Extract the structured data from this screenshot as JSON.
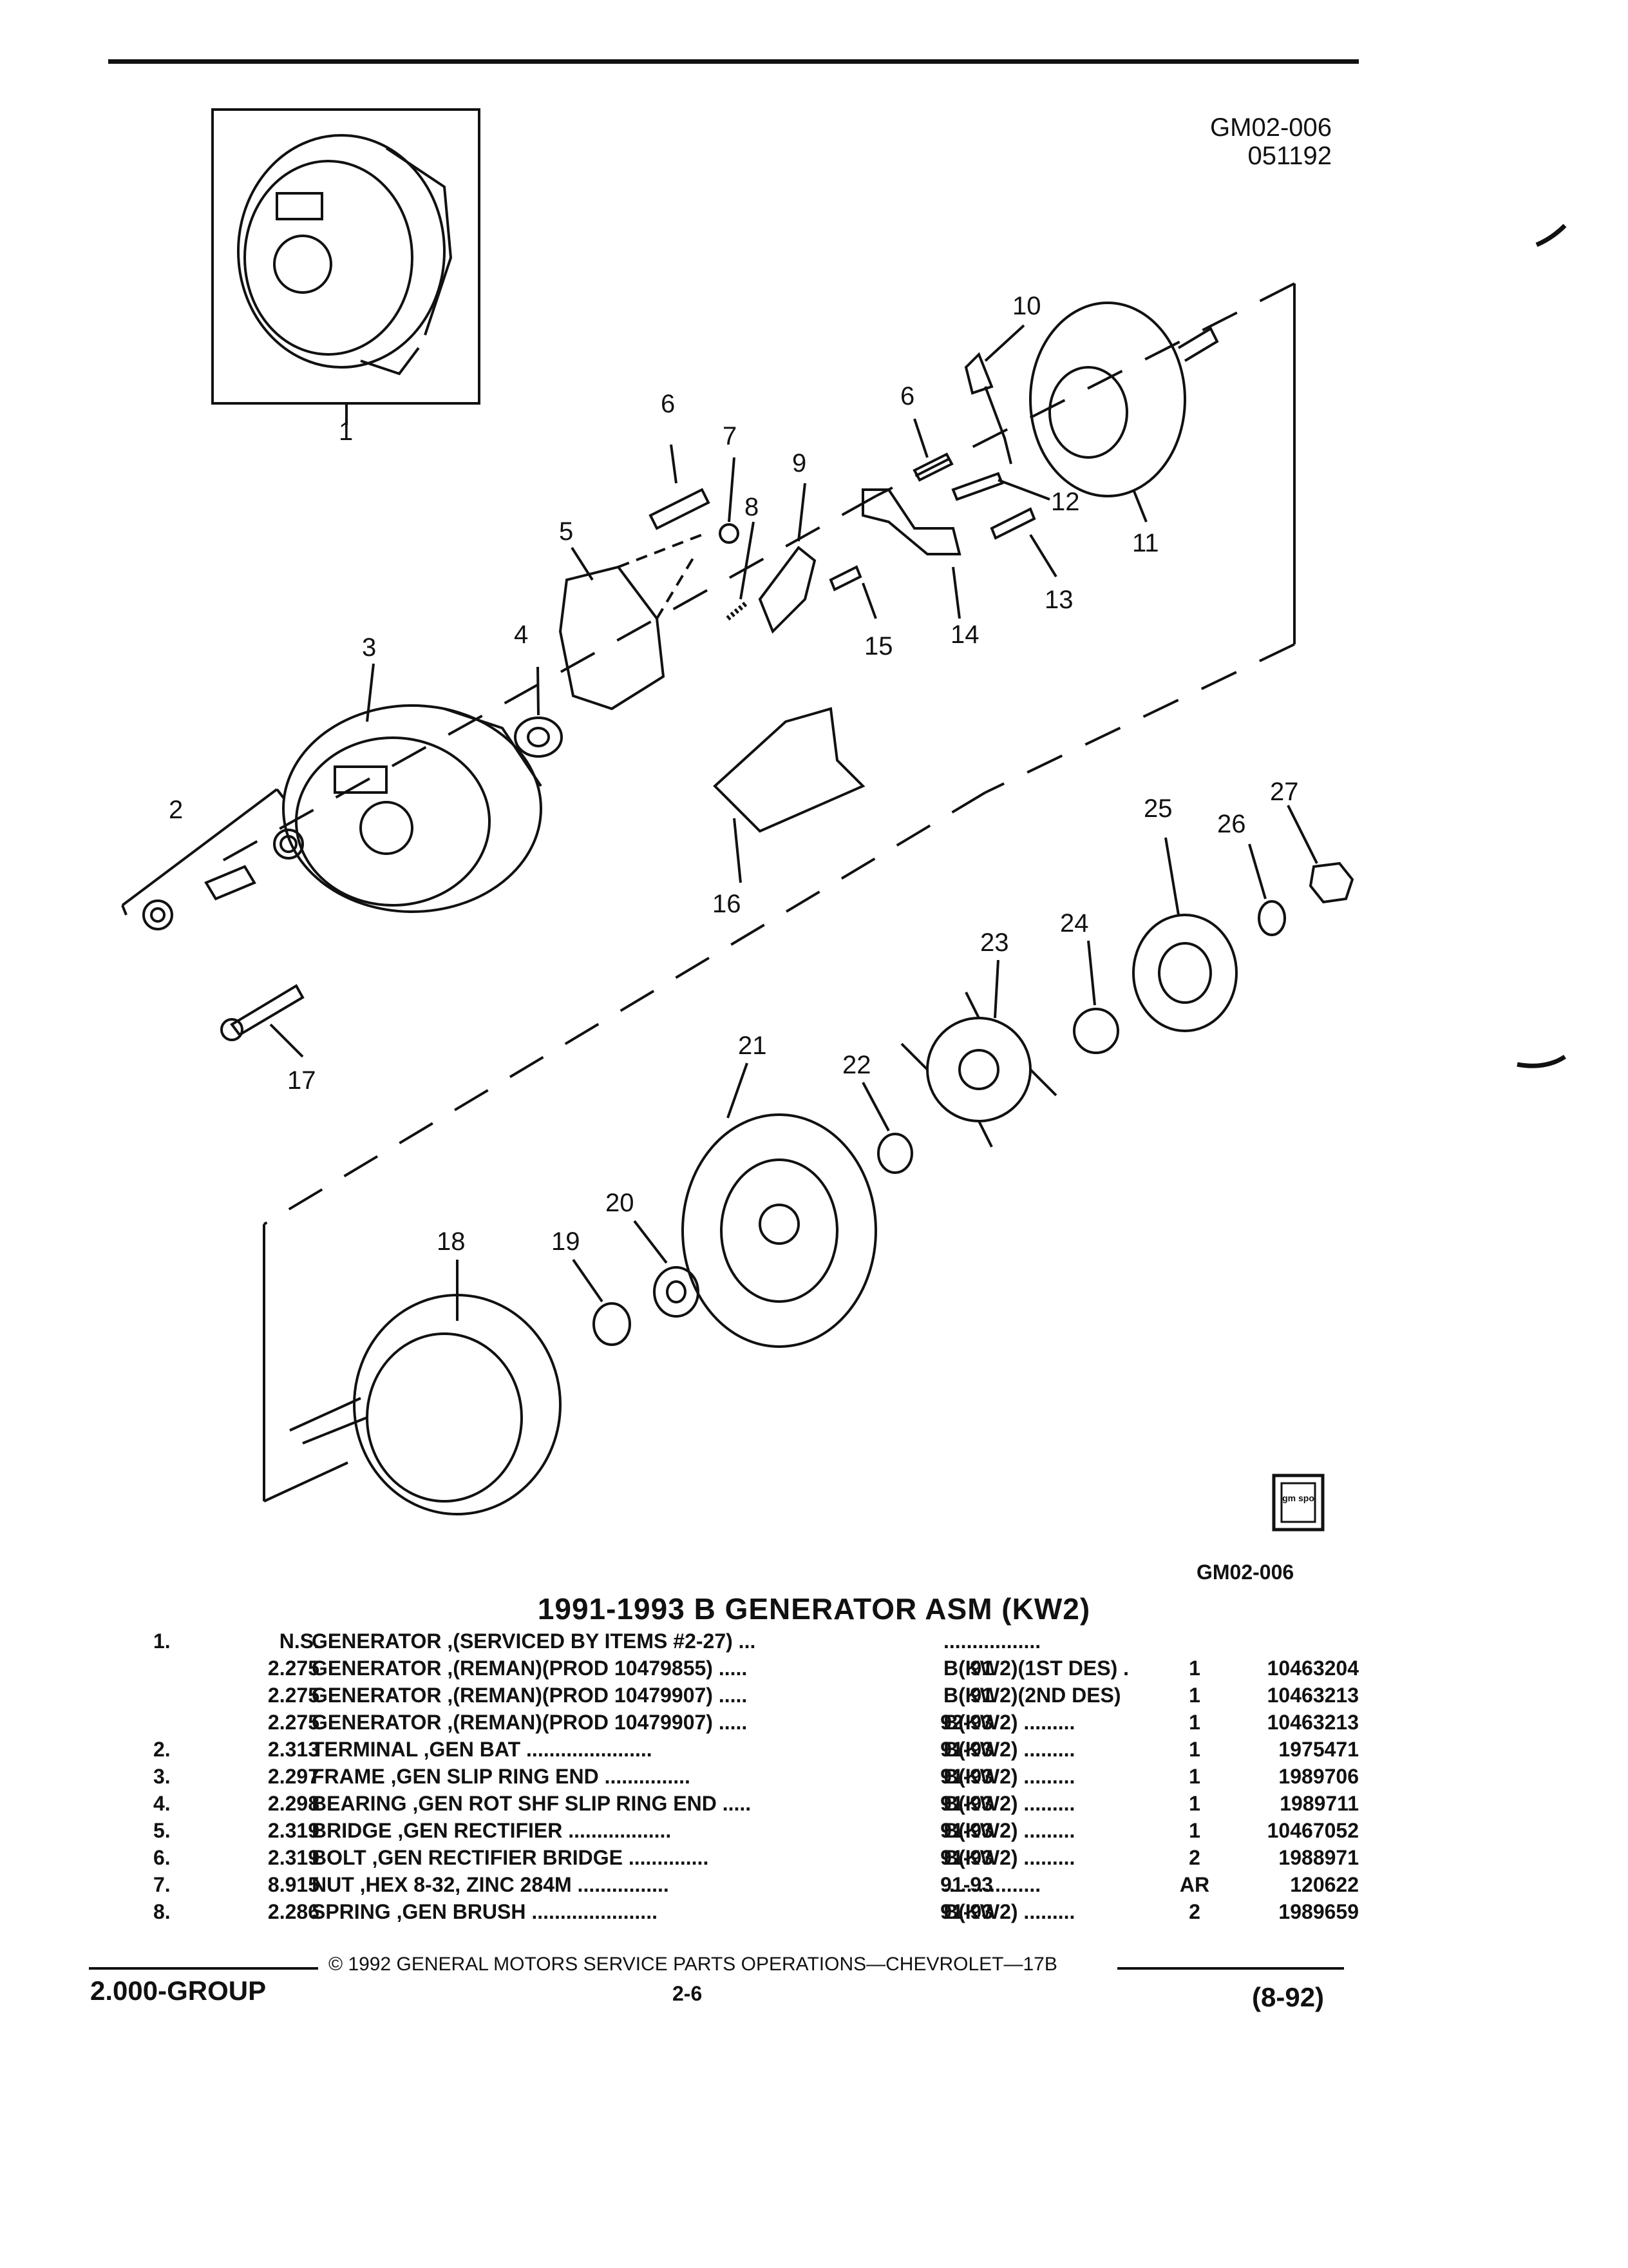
{
  "header": {
    "figure_code": "GM02-006",
    "figure_date": "051192"
  },
  "diagram": {
    "callouts": [
      "1",
      "2",
      "3",
      "4",
      "5",
      "6",
      "6",
      "7",
      "8",
      "9",
      "10",
      "11",
      "12",
      "13",
      "14",
      "15",
      "16",
      "17",
      "18",
      "19",
      "20",
      "21",
      "22",
      "23",
      "24",
      "25",
      "26",
      "27"
    ],
    "logo_text": "gm spo",
    "figure_code_bottom": "GM02-006"
  },
  "section_title": "1991-1993 B GENERATOR ASM (KW2)",
  "parts": [
    {
      "item": "1.",
      "cat": "N.S.",
      "desc": "GENERATOR ,(SERVICED BY ITEMS #2-27) ...",
      "year": "",
      "model": ".................",
      "qty": "",
      "part": ""
    },
    {
      "item": "",
      "cat": "2.275",
      "desc": "GENERATOR ,(REMAN)(PROD 10479855) .....",
      "year": "91",
      "model": "B(KW2)(1ST DES) .",
      "qty": "1",
      "part": "10463204"
    },
    {
      "item": "",
      "cat": "2.275",
      "desc": "GENERATOR ,(REMAN)(PROD 10479907) .....",
      "year": "91",
      "model": "B(KW2)(2ND DES)",
      "qty": "1",
      "part": "10463213"
    },
    {
      "item": "",
      "cat": "2.275",
      "desc": "GENERATOR ,(REMAN)(PROD 10479907) .....",
      "year": "92-93",
      "model": "B(KW2) .........",
      "qty": "1",
      "part": "10463213"
    },
    {
      "item": "2.",
      "cat": "2.313",
      "desc": "TERMINAL ,GEN BAT ......................",
      "year": "91-93",
      "model": "B(KW2) .........",
      "qty": "1",
      "part": "1975471"
    },
    {
      "item": "3.",
      "cat": "2.297",
      "desc": "FRAME ,GEN SLIP RING END ...............",
      "year": "91-93",
      "model": "B(KW2) .........",
      "qty": "1",
      "part": "1989706"
    },
    {
      "item": "4.",
      "cat": "2.298",
      "desc": "BEARING ,GEN ROT SHF SLIP RING END .....",
      "year": "91-93",
      "model": "B(KW2) .........",
      "qty": "1",
      "part": "1989711"
    },
    {
      "item": "5.",
      "cat": "2.319",
      "desc": "BRIDGE ,GEN RECTIFIER ..................",
      "year": "91-93",
      "model": "B(KW2) .........",
      "qty": "1",
      "part": "10467052"
    },
    {
      "item": "6.",
      "cat": "2.319",
      "desc": "BOLT ,GEN RECTIFIER BRIDGE ..............",
      "year": "91-93",
      "model": "B(KW2) .........",
      "qty": "2",
      "part": "1988971"
    },
    {
      "item": "7.",
      "cat": "8.915",
      "desc": "NUT ,HEX 8-32, ZINC 284M ................",
      "year": "91-93",
      "model": ".................",
      "qty": "AR",
      "part": "120622"
    },
    {
      "item": "8.",
      "cat": "2.286",
      "desc": "SPRING ,GEN BRUSH ......................",
      "year": "91-93",
      "model": "B(KW2) .........",
      "qty": "2",
      "part": "1989659"
    }
  ],
  "footer": {
    "copyright": "© 1992 GENERAL MOTORS SERVICE PARTS OPERATIONS—CHEVROLET—17B",
    "group": "2.000-GROUP",
    "page": "2-6",
    "revision": "(8-92)"
  }
}
